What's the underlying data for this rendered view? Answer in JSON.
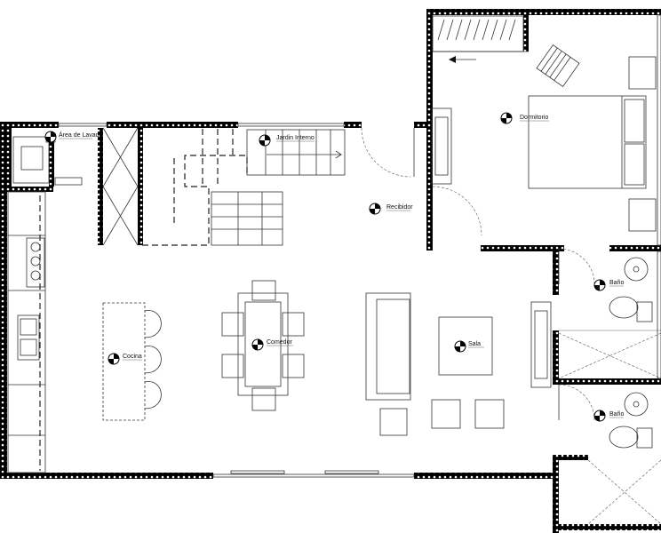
{
  "rooms": {
    "lavado": "Área de Lavado",
    "jardin": "Jardin Interno",
    "dormitorio": "Dormitorio",
    "recibidor": "Recibidor",
    "bano_1": "Baño",
    "bano_2": "Baño",
    "comedor": "Comedor",
    "cocina": "Cocina",
    "sala": "Sala"
  },
  "colors": {
    "wall": "#000000",
    "wall_hatch": "#ffffff",
    "line": "#333333"
  },
  "icons": {
    "level_marker": "level-marker-icon",
    "direction_arrow": "arrow-left-icon"
  }
}
